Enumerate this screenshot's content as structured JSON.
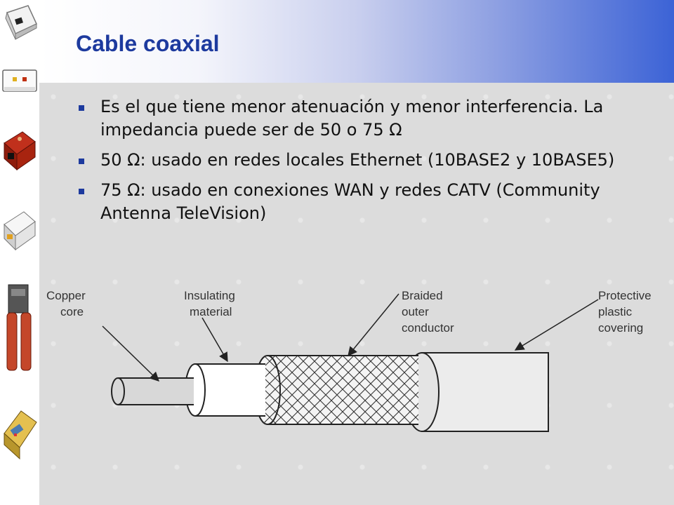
{
  "slide": {
    "title": "Cable coaxial",
    "bullets": [
      "Es el que tiene menor atenuación y menor interferencia. La impedancia puede ser de 50 o 75 Ω",
      "50 Ω: usado en redes locales Ethernet (10BASE2 y 10BASE5)",
      "75 Ω: usado en conexiones WAN y redes CATV (Community Antenna TeleVision)"
    ]
  },
  "diagram": {
    "labels": {
      "copper_core": [
        "Copper",
        "core"
      ],
      "insulating": [
        "Insulating",
        "material"
      ],
      "braided": [
        "Braided",
        "outer",
        "conductor"
      ],
      "protective": [
        "Protective",
        "plastic",
        "covering"
      ]
    }
  },
  "colors": {
    "title": "#1d3a9e",
    "bullet": "#1d3a9e",
    "header_gradient_end": "#3c63d6"
  },
  "sidebar_icons": [
    "wall-jack-icon",
    "faceplate-icon",
    "rj45-jack-red-icon",
    "surface-box-icon",
    "crimp-tool-icon",
    "punchdown-block-icon"
  ]
}
